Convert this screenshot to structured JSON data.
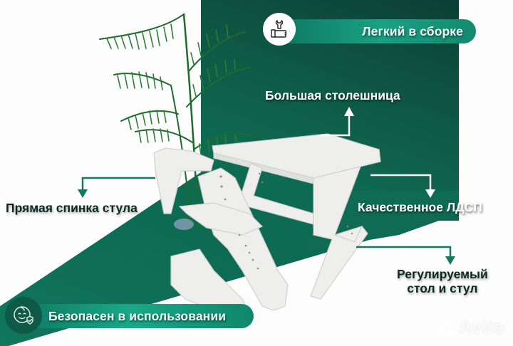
{
  "colors": {
    "backdrop_dark": "#0b3f33",
    "backdrop_mid": "#0f6a52",
    "floor_green": "#0f6f57",
    "pill_teal": "#19a184",
    "text_dark": "#0c2a22",
    "text_light": "#ffffff",
    "background": "#fdfdfd"
  },
  "features": {
    "easy_assembly": {
      "label": "Легкий в сборке",
      "icon": "wrench-thumbs-up-icon"
    },
    "large_tabletop": {
      "label": "Большая столешница"
    },
    "straight_backrest": {
      "label": "Прямая спинка стула"
    },
    "quality_material": {
      "label": "Качественное ЛДСП"
    },
    "adjustable": {
      "line1": "Регулируемый",
      "line2": "стол и стул"
    },
    "safe_use": {
      "label": "Безопасен в использовании",
      "icon": "baby-face-check-icon"
    }
  },
  "watermark": {
    "text": "Avito"
  }
}
